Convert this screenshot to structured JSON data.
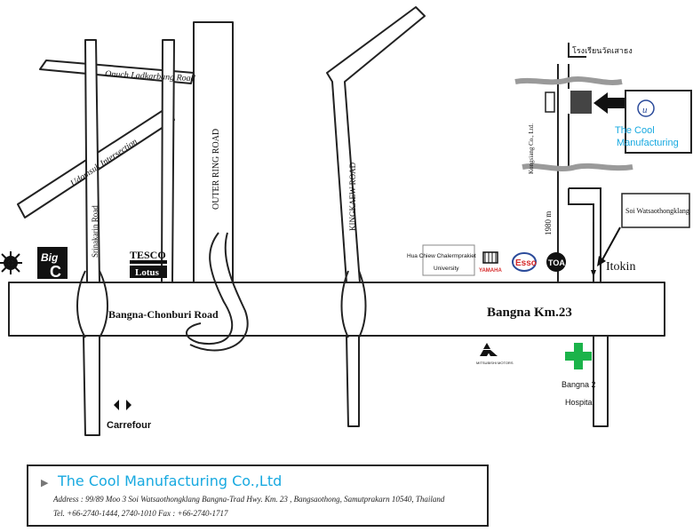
{
  "labels": {
    "onuch_road": "Onuch Ladkarbang Road",
    "udomsuk_intersection": "Udomsuk Intersection",
    "srinakarin_road": "Srinakarin Road",
    "outer_ring_road": "OUTER RING ROAD",
    "kingkaew_road": "KINGKAEW ROAD",
    "bangna_chonburi_road": "Bangna-Chonburi Road",
    "bangna_km23": "Bangna  Km.23",
    "soi": "Soi Watsaothongklang",
    "distance": "1980 m",
    "kongsiang": "Kongsiang Co., Ltd.",
    "school_thai": "โรงเรียนวัดเสาธง",
    "hospital_line1": "Bangna 2",
    "hospital_line2": "Hospital",
    "university_line1": "Hua Chiew Chalermprakiet",
    "university_line2": "University",
    "cool_line1": "The Cool",
    "cool_line2": "Manufacturing"
  },
  "logos": {
    "bigc": "Big C",
    "tesco": "TESCO",
    "lotus": "Lotus",
    "carrefour": "Carrefour",
    "yamaha": "YAMAHA",
    "esso": "Esso",
    "toa": "TOA",
    "itokin": "Itokin",
    "mitsubishi": "MITSUBISHI MOTORS",
    "cool_logo": "U-cool"
  },
  "colors": {
    "accent": "#17a9e0",
    "hospital": "#1bb34a",
    "esso_red": "#d62b2b",
    "river_gray": "#9a9a9a"
  },
  "info": {
    "company": "The Cool Manufacturing Co.,Ltd",
    "address": "Address :  99/89  Moo 3  Soi Watsaothongklang  Bangna-Trad Hwy. Km. 23 ,  Bangsaothong,  Samutprakarn  10540,  Thailand",
    "tel": "Tel.  +66-2740-1444, 2740-1010  Fax :  +66-2740-1717"
  }
}
